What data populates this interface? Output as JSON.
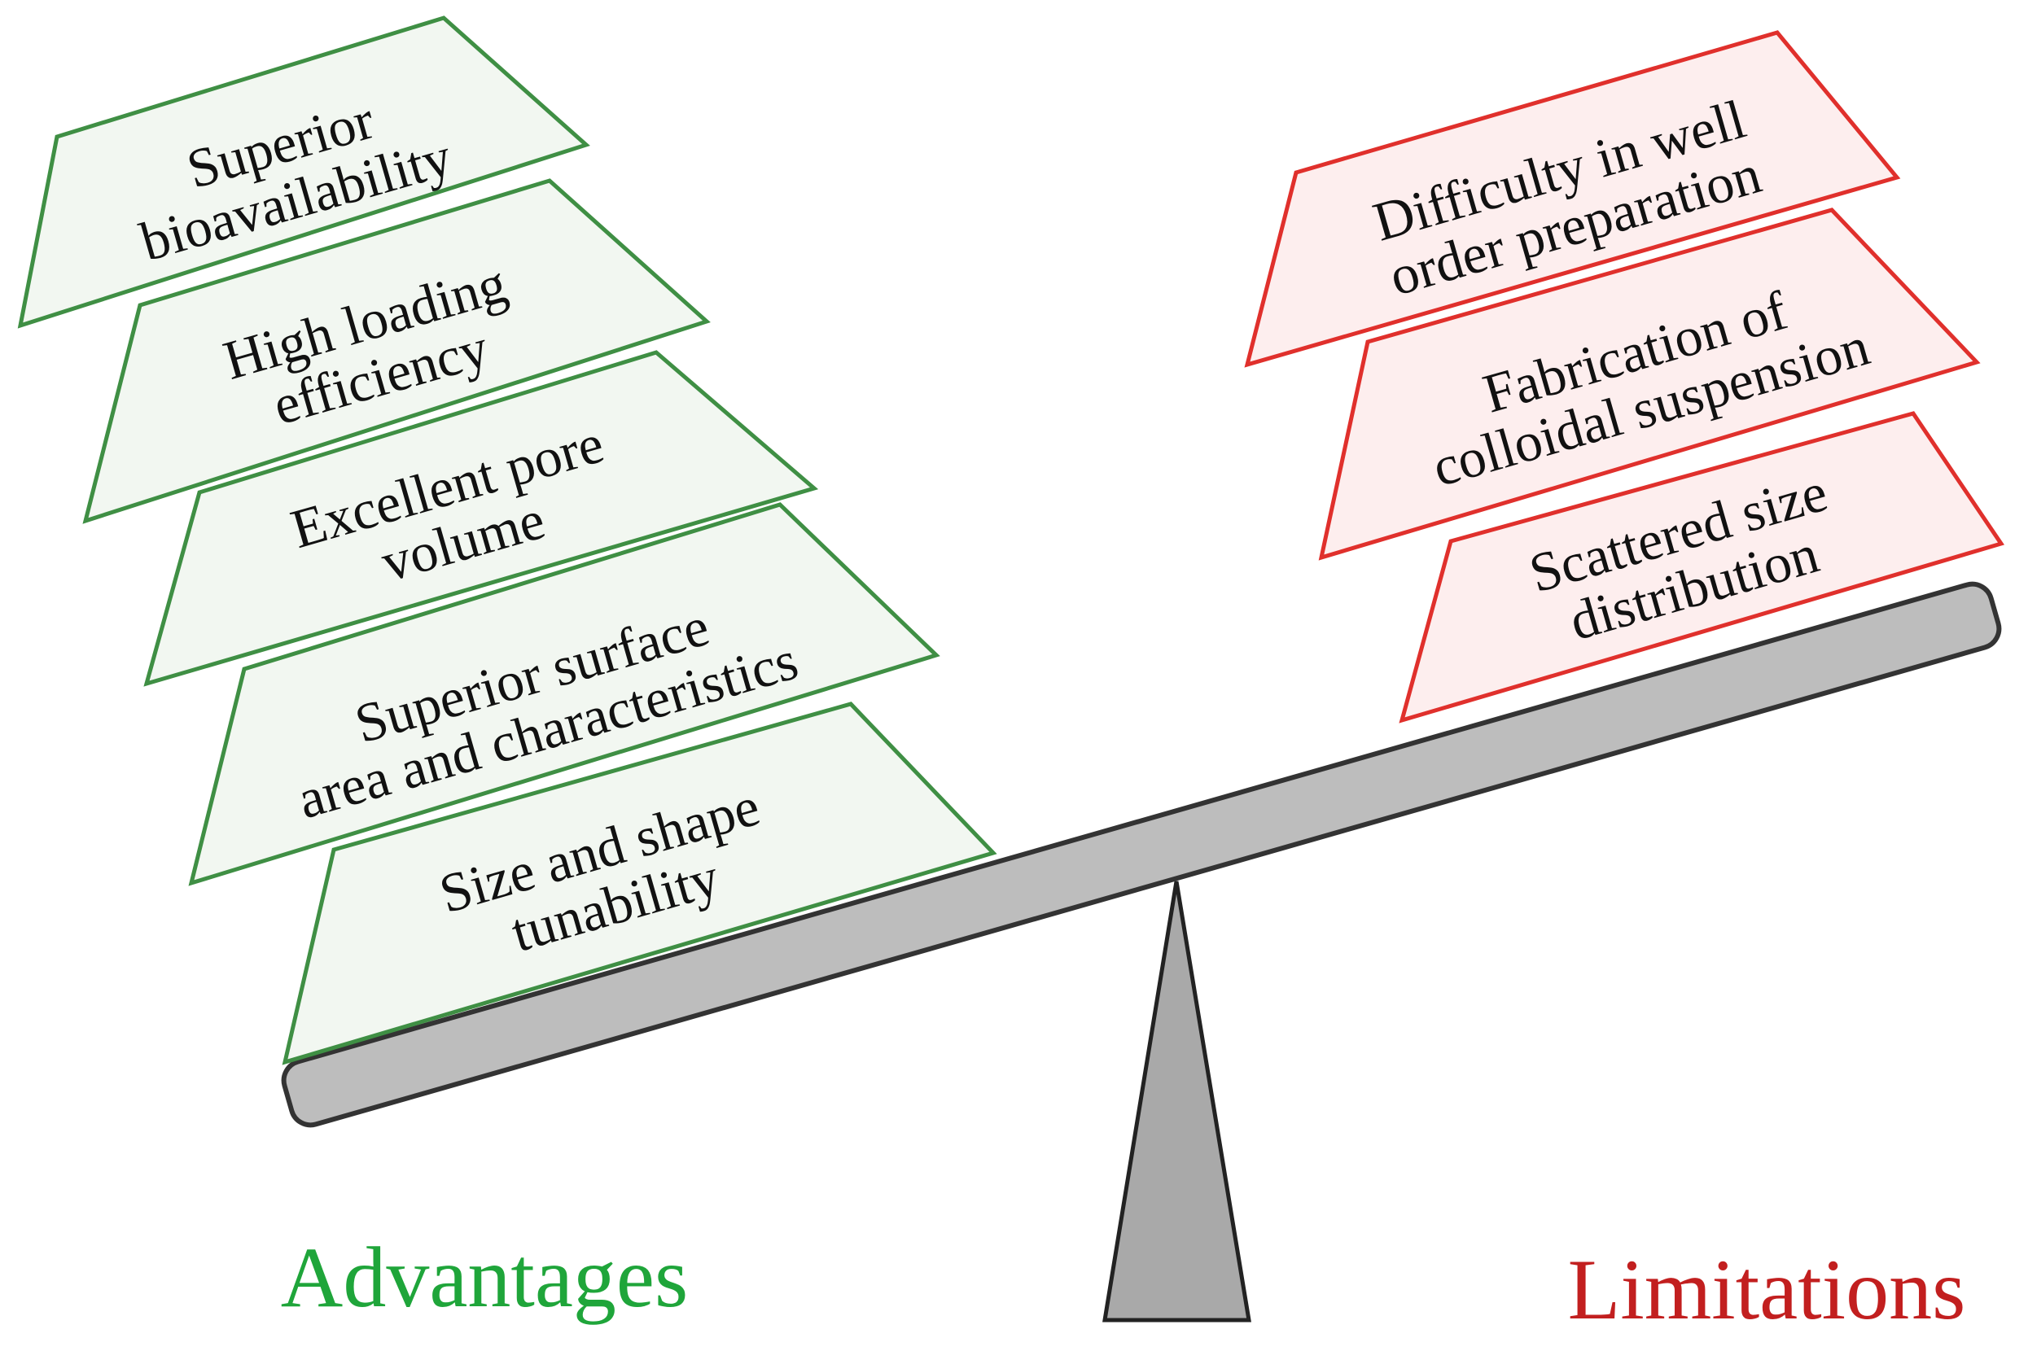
{
  "colors": {
    "advantage_stroke": "#3f8f44",
    "advantage_fill": "#f2f7f1",
    "advantage_label": "#1fa53a",
    "limitation_stroke": "#e0302c",
    "limitation_fill": "#fdeeee",
    "limitation_label": "#c21f1f",
    "beam_fill": "#bdbdbd",
    "beam_stroke": "#333333",
    "fulcrum_fill": "#a9a9a9"
  },
  "labels": {
    "advantages": "Advantages",
    "limitations": "Limitations"
  },
  "advantages": [
    {
      "lines": [
        "Superior",
        "bioavailability"
      ]
    },
    {
      "lines": [
        "High loading",
        "efficiency"
      ]
    },
    {
      "lines": [
        "Excellent pore",
        "volume"
      ]
    },
    {
      "lines": [
        "Superior surface",
        "area and characteristics"
      ]
    },
    {
      "lines": [
        "Size and shape",
        "tunability"
      ]
    }
  ],
  "limitations": [
    {
      "lines": [
        "Difficulty in well",
        "order preparation"
      ]
    },
    {
      "lines": [
        "Fabrication of",
        "colloidal suspension"
      ]
    },
    {
      "lines": [
        "Scattered size",
        "distribution"
      ]
    }
  ]
}
